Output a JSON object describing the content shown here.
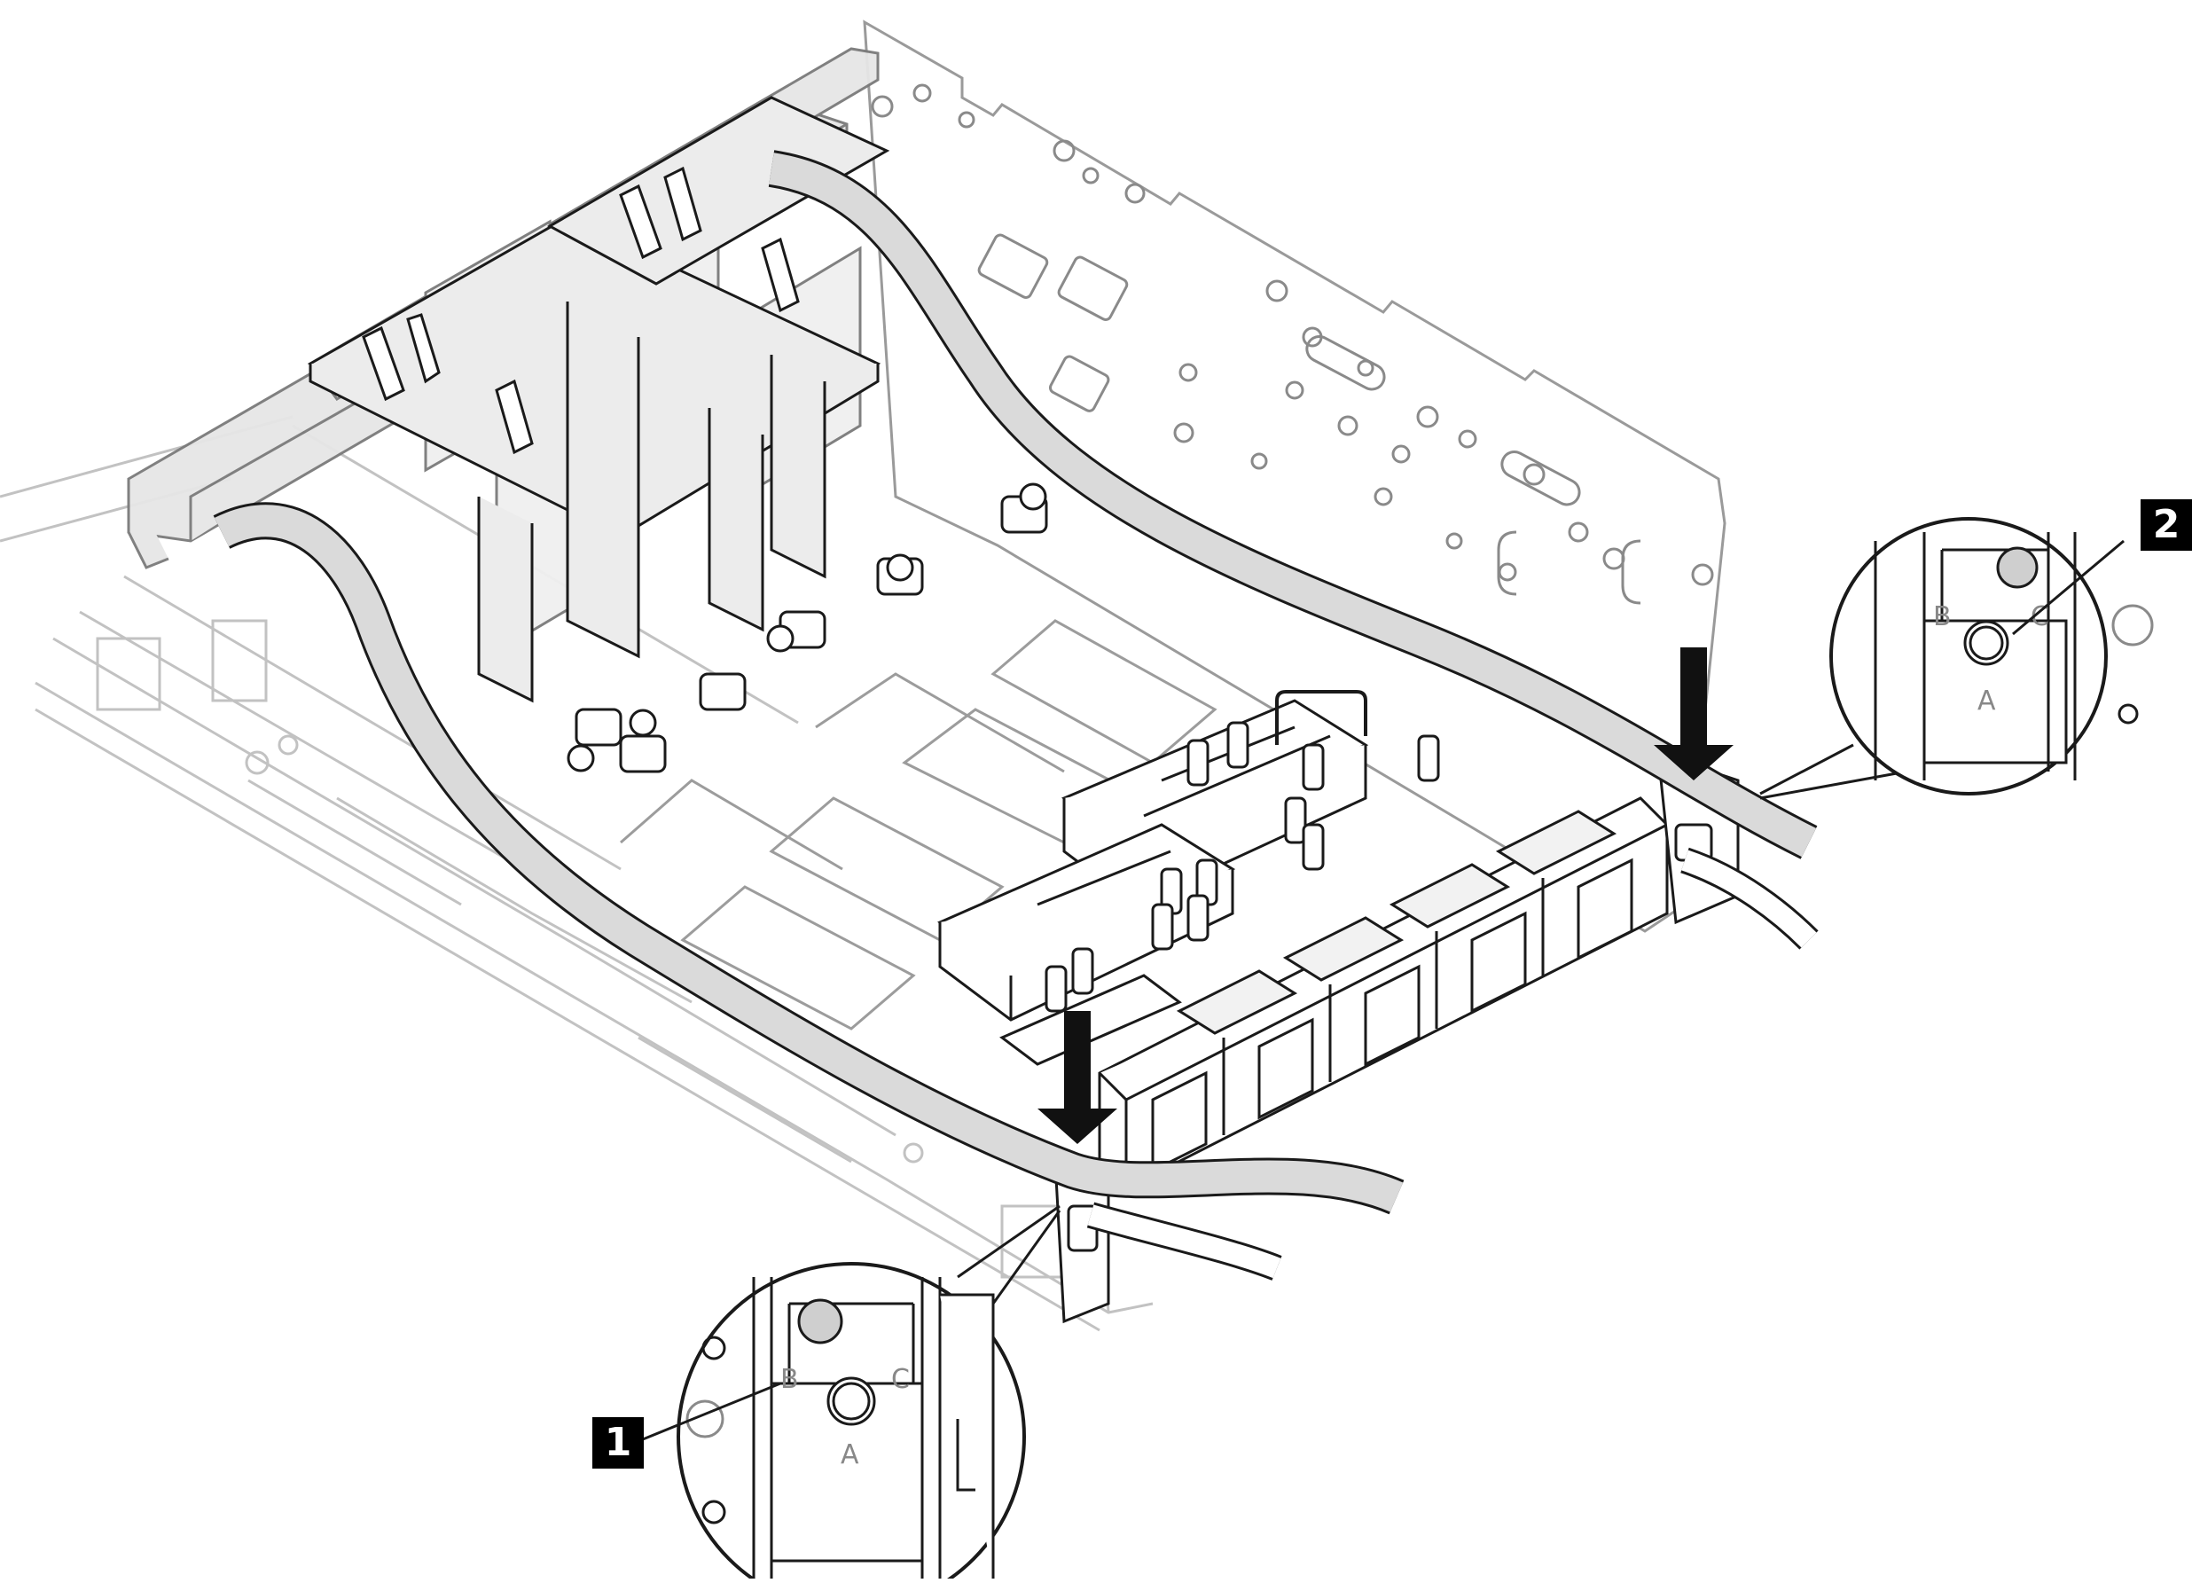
{
  "callouts": [
    {
      "id": "1",
      "label": "1"
    },
    {
      "id": "2",
      "label": "2"
    }
  ],
  "zoom_detail_letters": {
    "slot_a": "A",
    "slot_b": "B",
    "slot_c": "C"
  },
  "colors": {
    "line": "#1a1a1a",
    "faded_line": "#b8b8b8",
    "hose_fill": "#dadada",
    "bracket_fill": "#e6e6e6",
    "arrow": "#111111",
    "badge_bg": "#000000",
    "badge_text": "#ffffff"
  },
  "icons": [
    "down-arrow-icon",
    "down-arrow-icon"
  ]
}
